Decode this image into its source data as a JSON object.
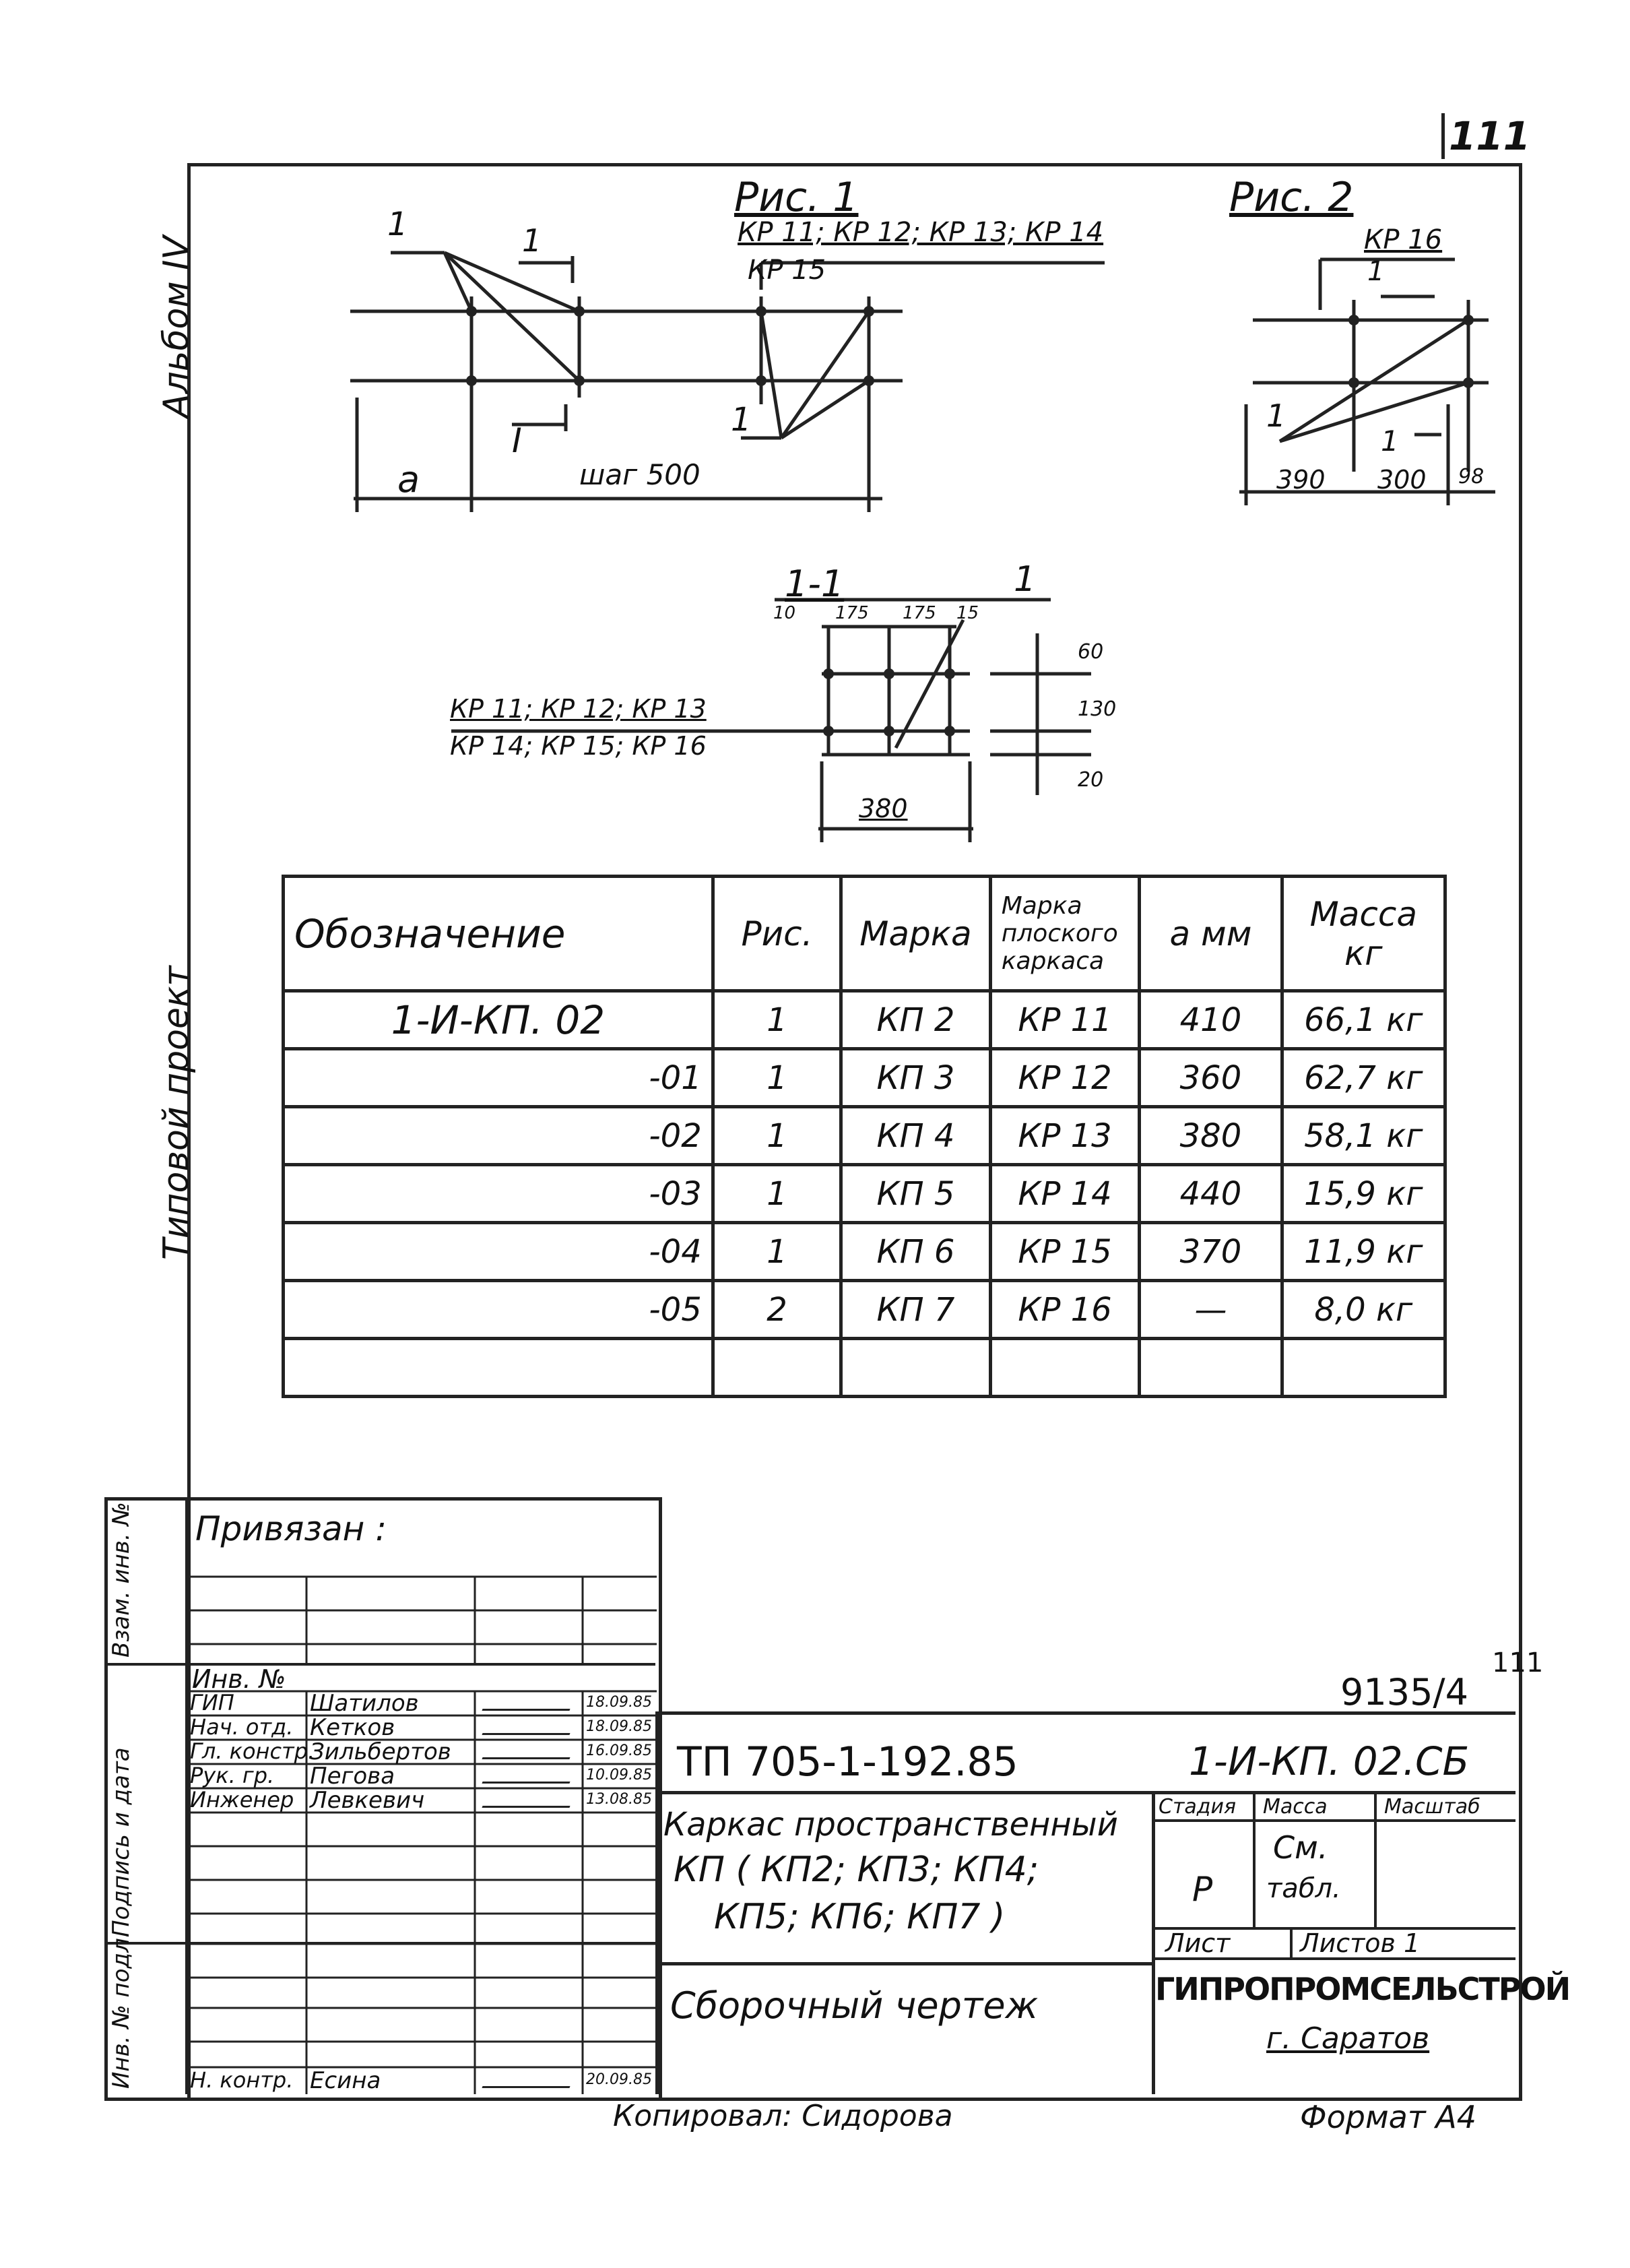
{
  "sheet_corner_number": "111",
  "left_margin": {
    "album": "Альбом IV",
    "project": "Типовой проект"
  },
  "figures": {
    "fig1": {
      "title": "Рис. 1",
      "marks_label": "КР 11; КР 12; КР 13; КР 14",
      "mark_kr15": "КР 15",
      "cut_1": "1",
      "cut_roman": "I",
      "dim_a": "а",
      "dim_step": "шаг 500"
    },
    "fig2": {
      "title": "Рис. 2",
      "mark_kr16": "КР 16",
      "cut_1": "1",
      "dim_390": "390",
      "dim_300": "300",
      "dim_98": "98"
    },
    "section": {
      "title": "1-1",
      "mark_1": "1",
      "dim_top": [
        "10",
        "175",
        "175",
        "15"
      ],
      "dim_60": "60",
      "dim_130": "130",
      "dim_20": "20",
      "dim_380": "380",
      "marks_line1": "КР 11; КР 12; КР 13",
      "marks_line2": "КР 14; КР 15; КР 16"
    }
  },
  "spec_table": {
    "headers": [
      "Обозначение",
      "Рис.",
      "Марка",
      "Марка плоского каркаса",
      "а мм",
      "Масса кг"
    ],
    "rows": [
      [
        "1-И-КП. 02",
        "1",
        "КП 2",
        "КР 11",
        "410",
        "66,1 кг"
      ],
      [
        "-01",
        "1",
        "КП 3",
        "КР 12",
        "360",
        "62,7 кг"
      ],
      [
        "-02",
        "1",
        "КП 4",
        "КР 13",
        "380",
        "58,1 кг"
      ],
      [
        "-03",
        "1",
        "КП 5",
        "КР 14",
        "440",
        "15,9 кг"
      ],
      [
        "-04",
        "1",
        "КП 6",
        "КР 15",
        "370",
        "11,9 кг"
      ],
      [
        "-05",
        "2",
        "КП 7",
        "КР 16",
        "—",
        "8,0 кг"
      ],
      [
        "",
        "",
        "",
        "",
        "",
        ""
      ]
    ]
  },
  "binding": {
    "label": "Привязан :",
    "side_labels": [
      "Взам. инв. №",
      "Подпись и дата",
      "Инв. № подл."
    ]
  },
  "archive_number": "9135/4",
  "archive_sheet": "111",
  "title_block": {
    "inv_label": "Инв. №",
    "signatories": [
      {
        "role": "ГИП",
        "name": "Шатилов",
        "date": "18.09.85"
      },
      {
        "role": "Нач. отд.",
        "name": "Кетков",
        "date": "18.09.85"
      },
      {
        "role": "Гл. констр.",
        "name": "Зильбертов",
        "date": "16.09.85"
      },
      {
        "role": "Рук. гр.",
        "name": "Пегова",
        "date": "10.09.85"
      },
      {
        "role": "Инженер",
        "name": "Левкевич",
        "date": "13.08.85"
      },
      {
        "role": "Н. контр.",
        "name": "Есина",
        "date": "20.09.85"
      }
    ],
    "project_code": "ТП 705-1-192.85",
    "doc_code": "1-И-КП. 02.СБ",
    "product_name_l1": "Каркас пространственный",
    "product_name_l2": "КП ( КП2; КП3; КП4;",
    "product_name_l3": "КП5; КП6; КП7 )",
    "doc_type": "Сборочный чертеж",
    "stage_label": "Стадия",
    "mass_label": "Масса",
    "scale_label": "Масштаб",
    "stage_value": "Р",
    "mass_value_l1": "См.",
    "mass_value_l2": "табл.",
    "sheet_label": "Лист",
    "sheets_label": "Листов 1",
    "org": "ГИПРОПРОМСЕЛЬСТРОЙ",
    "city": "г. Саратов"
  },
  "footer": {
    "copied": "Копировал: Сидорова",
    "format": "Формат А4"
  }
}
